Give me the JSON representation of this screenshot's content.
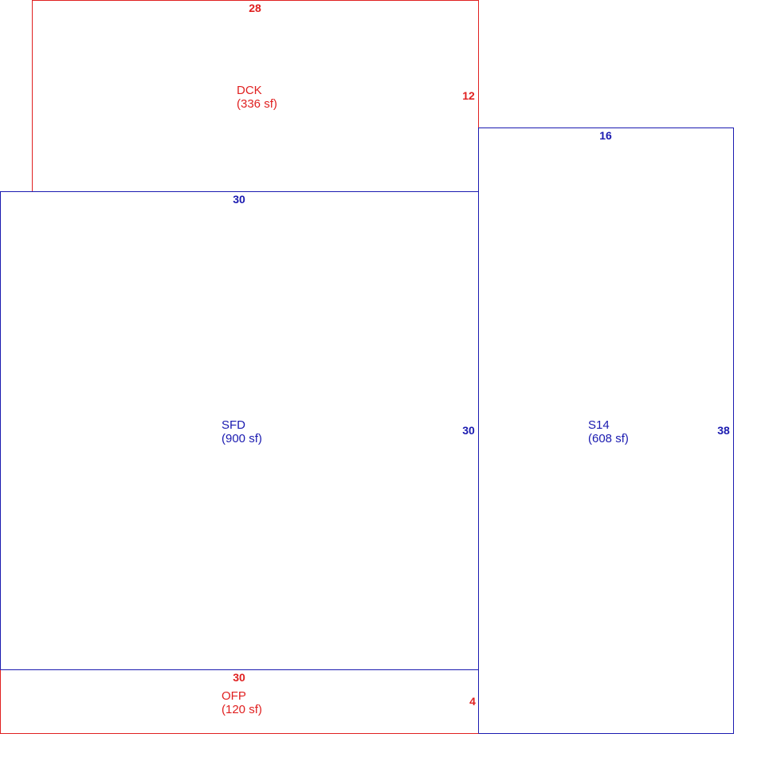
{
  "colors": {
    "red": "#e02020",
    "blue": "#1a1ab0"
  },
  "areas": {
    "dck": {
      "code": "DCK",
      "area": "(336 sf)",
      "dim_top": "28",
      "dim_right": "12",
      "color": "#e02020"
    },
    "sfd": {
      "code": "SFD",
      "area": "(900 sf)",
      "dim_top": "30",
      "dim_right": "30",
      "color": "#1a1ab0"
    },
    "s14": {
      "code": "S14",
      "area": "(608 sf)",
      "dim_top": "16",
      "dim_right": "38",
      "color": "#1a1ab0"
    },
    "ofp": {
      "code": "OFP",
      "area": "(120 sf)",
      "dim_top": "30",
      "dim_right": "4",
      "color": "#e02020"
    }
  }
}
